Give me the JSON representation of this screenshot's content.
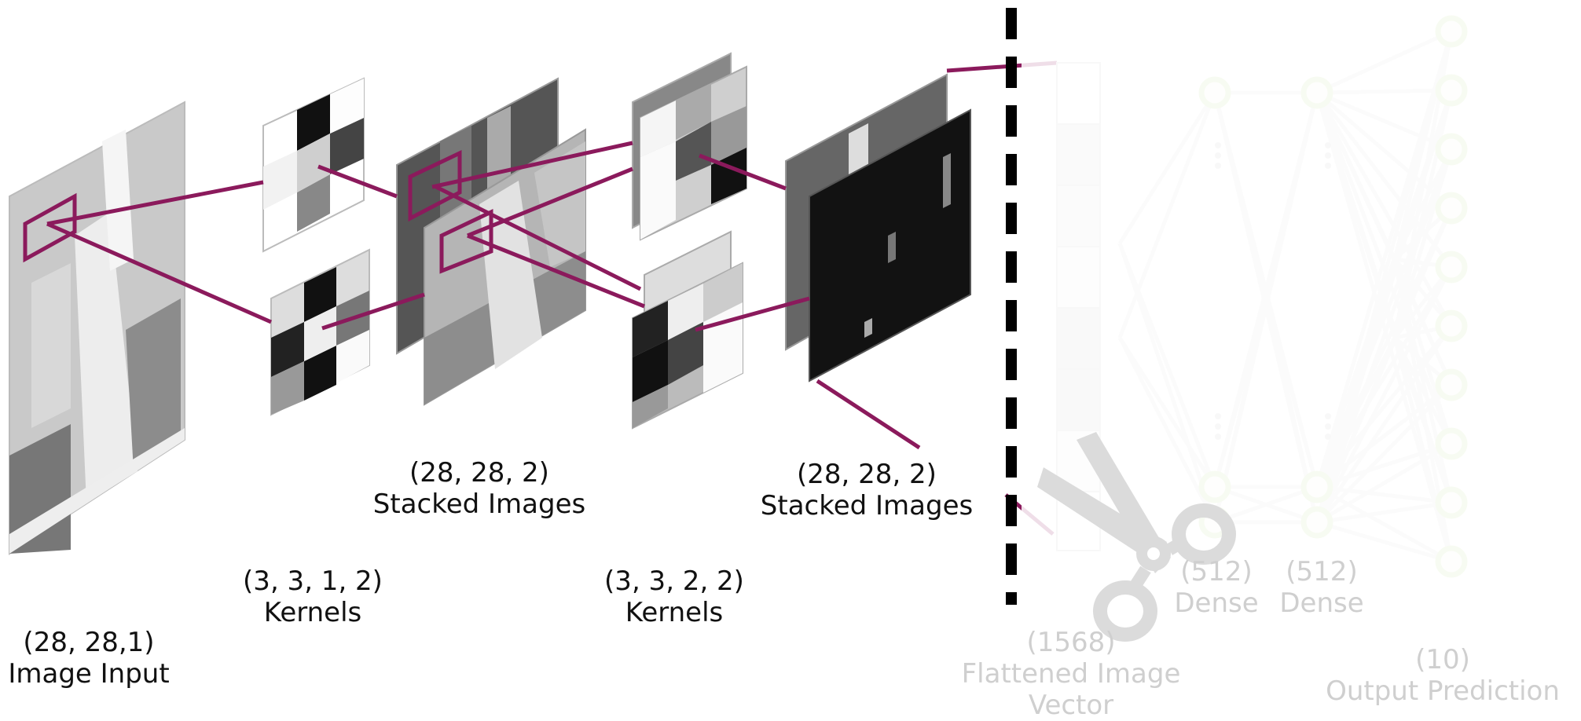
{
  "labels": {
    "image_input": {
      "shape": "(28, 28,1)",
      "name": "Image Input"
    },
    "kernels_1": {
      "shape": "(3, 3, 1, 2)",
      "name": "Kernels"
    },
    "stacked_1": {
      "shape": "(28, 28, 2)",
      "name": "Stacked Images"
    },
    "kernels_2": {
      "shape": "(3, 3, 2, 2)",
      "name": "Kernels"
    },
    "stacked_2": {
      "shape": "(28, 28, 2)",
      "name": "Stacked Images"
    },
    "flattened": {
      "shape": "(1568)",
      "name": "Flattened Image",
      "name2": "Vector"
    },
    "dense_1": {
      "shape": "(512)",
      "name": "Dense"
    },
    "dense_2": {
      "shape": "(512)",
      "name": "Dense"
    },
    "output": {
      "shape": "(10)",
      "name": "Output Prediction"
    }
  },
  "colors": {
    "connector": "#8b1a5c",
    "node": "#c8e2a0",
    "network_line": "#e2e2e2",
    "cut_line": "#000000"
  },
  "icons": [
    "scissors-icon"
  ]
}
